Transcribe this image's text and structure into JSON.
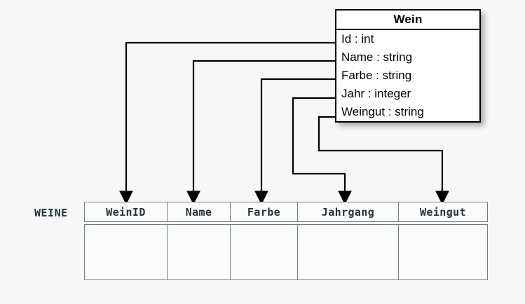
{
  "diagram": {
    "uml_class": {
      "name": "Wein",
      "attributes": [
        "Id : int",
        "Name : string",
        "Farbe : string",
        "Jahr : integer",
        "Weingut : string"
      ]
    },
    "relation": {
      "label": "WEINE",
      "columns": [
        {
          "name": "WeinID",
          "width": 118
        },
        {
          "name": "Name",
          "width": 90
        },
        {
          "name": "Farbe",
          "width": 96
        },
        {
          "name": "Jahrgang",
          "width": 144
        },
        {
          "name": "Weingut",
          "width": 127
        }
      ]
    },
    "mappings": [
      {
        "from": "Id : int",
        "to": "WeinID",
        "arrow": "arrow-down-icon"
      },
      {
        "from": "Name : string",
        "to": "Name",
        "arrow": "arrow-down-icon"
      },
      {
        "from": "Farbe : string",
        "to": "Farbe",
        "arrow": "arrow-down-icon"
      },
      {
        "from": "Jahr : integer",
        "to": "Jahrgang",
        "arrow": "arrow-down-icon"
      },
      {
        "from": "Weingut : string",
        "to": "Weingut",
        "arrow": "arrow-down-icon"
      }
    ],
    "colors": {
      "background": "#f7f7f7",
      "class_border": "#000000",
      "class_fill": "#ffffff",
      "table_border": "#6d8189",
      "table_fill": "#fbfbfb",
      "table_text": "#26343a",
      "connector": "#000000"
    }
  }
}
